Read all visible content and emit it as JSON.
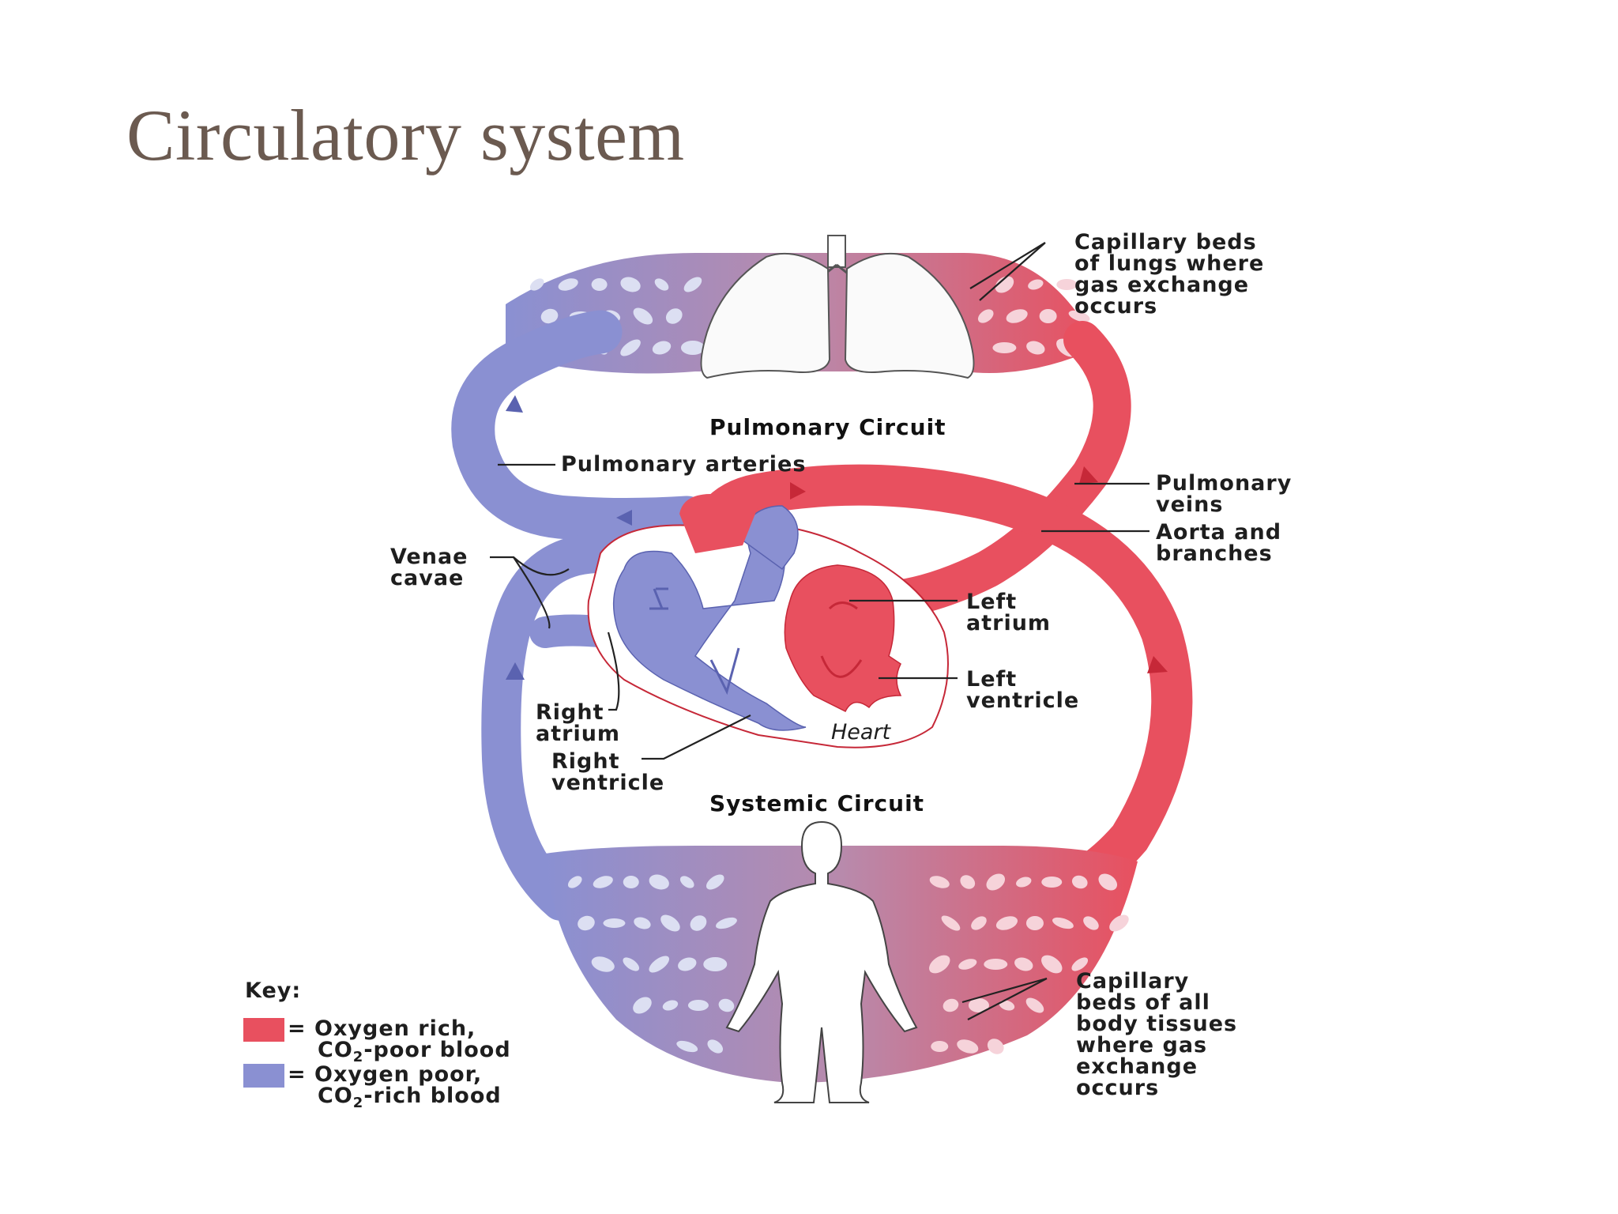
{
  "title": "Circulatory system",
  "diagram": {
    "circuits": {
      "pulmonary": "Pulmonary Circuit",
      "systemic": "Systemic Circuit"
    },
    "labels": {
      "capillary_lungs": [
        "Capillary beds",
        "of lungs where",
        "gas exchange",
        "occurs"
      ],
      "pulmonary_arteries": "Pulmonary arteries",
      "pulmonary_veins": [
        "Pulmonary",
        "veins"
      ],
      "aorta": [
        "Aorta and",
        "branches"
      ],
      "venae_cavae": [
        "Venae",
        "cavae"
      ],
      "left_atrium": [
        "Left",
        "atrium"
      ],
      "left_ventricle": [
        "Left",
        "ventricle"
      ],
      "right_atrium": [
        "Right",
        "atrium"
      ],
      "right_ventricle": [
        "Right",
        "ventricle"
      ],
      "heart": "Heart",
      "capillary_body": [
        "Capillary",
        "beds of all",
        "body tissues",
        "where gas",
        "exchange",
        "occurs"
      ]
    },
    "key": {
      "title": "Key:",
      "items": [
        {
          "color": "#e8505f",
          "line1": "= Oxygen rich,",
          "line2_pre": "CO",
          "line2_sub": "2",
          "line2_post": "-poor blood"
        },
        {
          "color": "#8a90d2",
          "line1": "= Oxygen poor,",
          "line2_pre": "CO",
          "line2_sub": "2",
          "line2_post": "-rich blood"
        }
      ]
    },
    "colors": {
      "oxygen_rich": "#e8505f",
      "oxygen_poor": "#8a90d2",
      "oxygen_rich_dark": "#c62838",
      "oxygen_poor_dark": "#5a62b0"
    }
  }
}
